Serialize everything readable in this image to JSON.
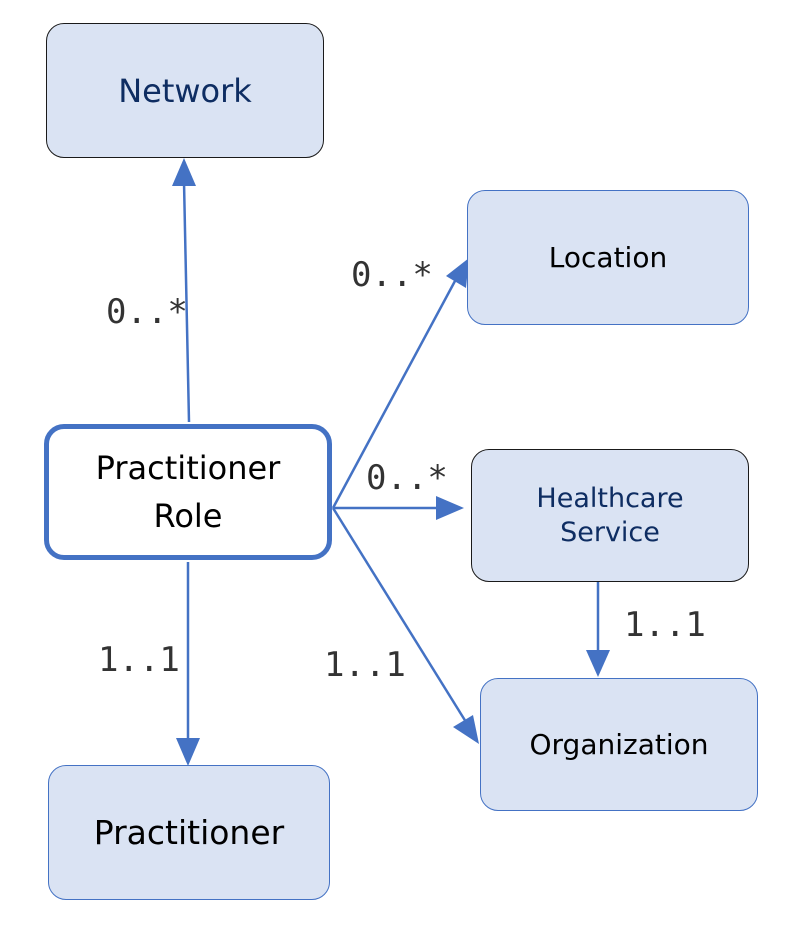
{
  "colors": {
    "node_fill": "#dae3f3",
    "node_border_blue": "#4472c4",
    "node_border_dark": "#1a1a1a",
    "connector": "#4472c4",
    "text_dark": "#000000",
    "text_navy": "#0e2d62",
    "role_fill": "#ffffff"
  },
  "nodes": {
    "network": {
      "label": "Network"
    },
    "location": {
      "label": "Location"
    },
    "healthcare_service": {
      "label": "Healthcare\nService"
    },
    "organization": {
      "label": "Organization"
    },
    "practitioner": {
      "label": "Practitioner"
    },
    "practitioner_role": {
      "label": "Practitioner\nRole"
    }
  },
  "multiplicities": {
    "role_to_network": "0..*",
    "role_to_location": "0..*",
    "role_to_healthcare_service": "0..*",
    "role_to_practitioner": "1..1",
    "role_to_organization": "1..1",
    "healthcare_service_to_organization": "1..1"
  }
}
